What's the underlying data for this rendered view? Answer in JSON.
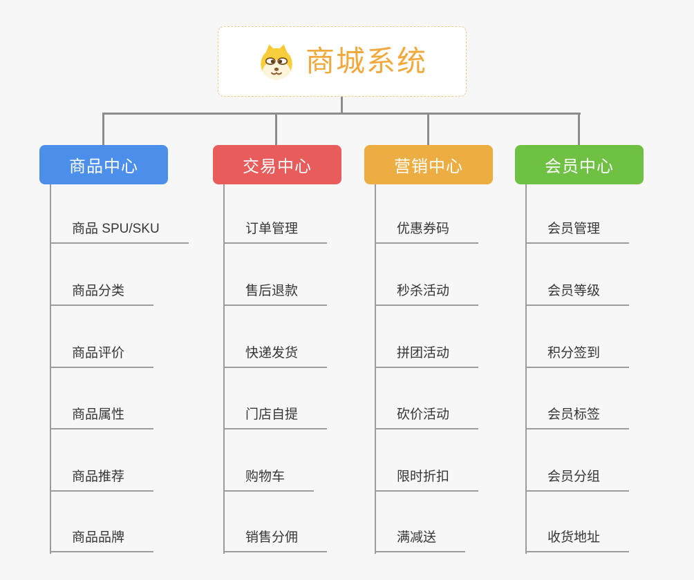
{
  "root": {
    "label": "商城系统",
    "icon": "dog-face-icon",
    "text_color": "#F0A93C",
    "border_color": "#F2C98C"
  },
  "connector_color": "#8C8C8C",
  "leaf_line_color": "#9B9B9B",
  "branches": [
    {
      "label": "商品中心",
      "color": "#4C8FEA",
      "children": [
        "商品 SPU/SKU",
        "商品分类",
        "商品评价",
        "商品属性",
        "商品推荐",
        "商品品牌"
      ]
    },
    {
      "label": "交易中心",
      "color": "#E85C5C",
      "children": [
        "订单管理",
        "售后退款",
        "快递发货",
        "门店自提",
        "购物车",
        "销售分佣"
      ]
    },
    {
      "label": "营销中心",
      "color": "#ECAE43",
      "children": [
        "优惠券码",
        "秒杀活动",
        "拼团活动",
        "砍价活动",
        "限时折扣",
        "满减送"
      ]
    },
    {
      "label": "会员中心",
      "color": "#6EC143",
      "children": [
        "会员管理",
        "会员等级",
        "积分签到",
        "会员标签",
        "会员分组",
        "收货地址"
      ]
    }
  ]
}
